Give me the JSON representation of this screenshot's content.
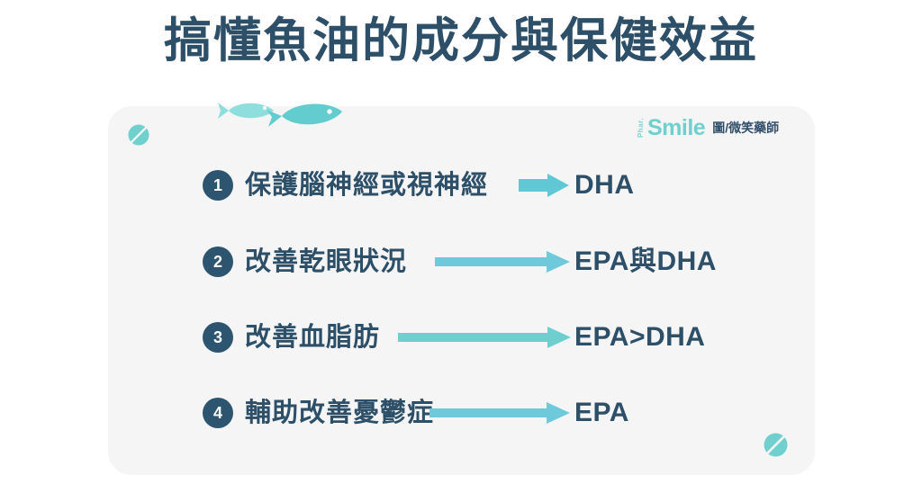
{
  "page": {
    "title": "搞懂魚油的成分與保健效益",
    "background_color": "#ffffff",
    "card_background_color": "#f5f5f5",
    "navy": "#2d5068",
    "teal": "#6fd0cd",
    "arrow_teal": "#5fc8d4"
  },
  "logo": {
    "prefix": "Phar.",
    "brand": "Smile",
    "credit": "圖/微笑藥師"
  },
  "decorations": {
    "fish_small": "fish-icon",
    "fish_large": "fish-icon",
    "pill_top_left": "pill-icon",
    "pill_bottom_right": "pill-icon"
  },
  "rows": [
    {
      "number": "1",
      "benefit": "保護腦神經或視神經",
      "arrow": "arrow-right-icon",
      "result": "DHA"
    },
    {
      "number": "2",
      "benefit": "改善乾眼狀況",
      "arrow": "arrow-right-icon",
      "result": "EPA與DHA"
    },
    {
      "number": "3",
      "benefit": "改善血脂肪",
      "arrow": "arrow-right-icon",
      "result": "EPA>DHA"
    },
    {
      "number": "4",
      "benefit": "輔助改善憂鬱症",
      "arrow": "arrow-right-icon",
      "result": "EPA"
    }
  ]
}
